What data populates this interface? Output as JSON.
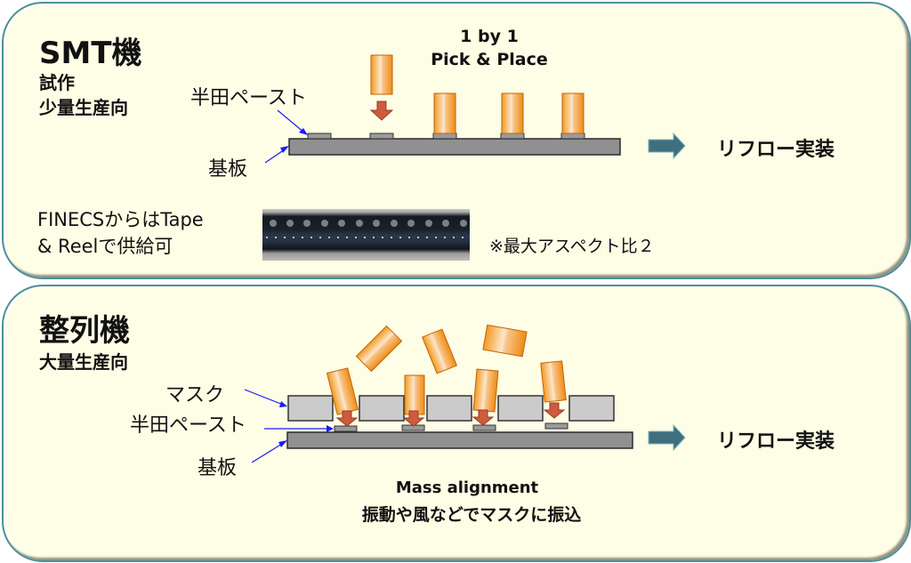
{
  "smt_panel": {
    "title": "SMT機",
    "subtitle_line1": "試作",
    "subtitle_line2": "少量生産向",
    "label_solder_paste": "半田ペースト",
    "label_substrate": "基板",
    "caption_line1": "1  by  1",
    "caption_line2": "Pick & Place",
    "result_label": "リフロー実装",
    "tape_note_line1": "FINECSからはTape",
    "tape_note_line2": "& Reelで供給可",
    "aspect_note": "※最大アスペクト比２",
    "tape_image": "tape-and-reel-photo"
  },
  "aligner_panel": {
    "title": "整列機",
    "subtitle": "大量生産向",
    "label_mask": "マスク",
    "label_solder_paste": "半田ペースト",
    "label_substrate": "基板",
    "caption_line1": "Mass alignment",
    "caption_line2": "振動や風などでマスクに振込",
    "result_label": "リフロー実装"
  },
  "colors": {
    "panel_bg": "#fefde5",
    "panel_border": "#4a8fa0",
    "component_orange": "#f39a1f",
    "component_border": "#c0640a",
    "down_arrow": "#cf5b3e",
    "substrate": "#909090",
    "mask": "#cbcbcb",
    "flow_arrow": "#3f6f7e",
    "pointer_arrow": "#1a1aff"
  }
}
